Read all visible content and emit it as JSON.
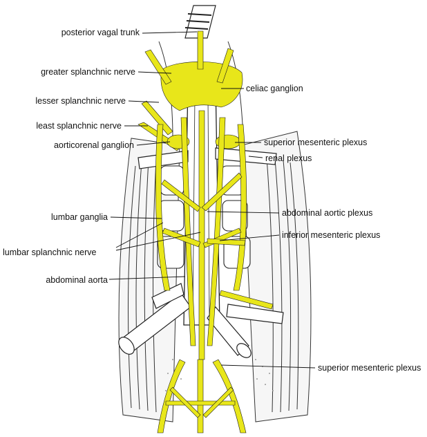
{
  "colors": {
    "nerve": "#e8e61a",
    "outline": "#1a1a1a",
    "background": "#ffffff"
  },
  "labels": {
    "posterior_vagal_trunk": "posterior vagal trunk",
    "greater_splanchnic_nerve": "greater splanchnic nerve",
    "lesser_splanchnic_nerve": "lesser splanchnic nerve",
    "least_splanchnic_nerve": "least splanchnic nerve",
    "aorticorenal_ganglion": "aorticorenal ganglion",
    "lumbar_ganglia": "lumbar ganglia",
    "lumbar_splanchnic_nerve": "lumbar splanchnic nerve",
    "abdominal_aorta": "abdominal aorta",
    "celiac_ganglion": "celiac ganglion",
    "superior_mesenteric_plexus_top": "superior mesenteric plexus",
    "renal_plexus": "renal plexus",
    "abdominal_aortic_plexus": "abdominal aortic plexus",
    "inferior_mesenteric_plexus": "inferior mesenteric plexus",
    "superior_mesenteric_plexus_bottom": "superior mesenteric plexus"
  }
}
